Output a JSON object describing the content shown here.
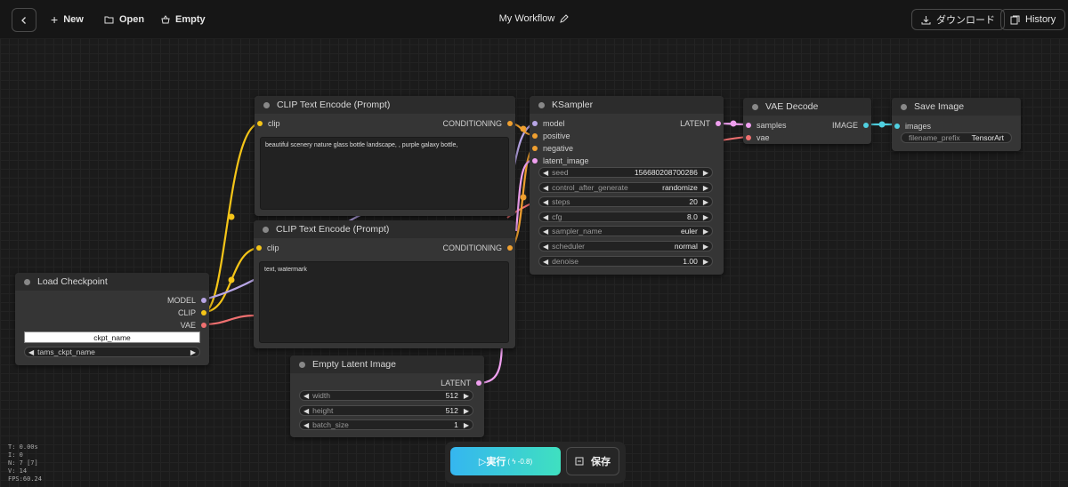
{
  "topbar": {
    "new_label": "New",
    "open_label": "Open",
    "empty_label": "Empty",
    "title": "My Workflow",
    "download_label": "ダウンロード",
    "history_label": "History"
  },
  "nodes": {
    "clip1": {
      "title": "CLIP Text Encode (Prompt)",
      "in_clip": "clip",
      "out_conditioning": "CONDITIONING",
      "text": "beautiful scenery nature glass bottle landscape, , purple galaxy bottle,"
    },
    "clip2": {
      "title": "CLIP Text Encode (Prompt)",
      "in_clip": "clip",
      "out_conditioning": "CONDITIONING",
      "text": "text, watermark"
    },
    "ksampler": {
      "title": "KSampler",
      "in_model": "model",
      "in_positive": "positive",
      "in_negative": "negative",
      "in_latent": "latent_image",
      "out_latent": "LATENT",
      "widgets": [
        {
          "label": "seed",
          "value": "156680208700286"
        },
        {
          "label": "control_after_generate",
          "value": "randomize"
        },
        {
          "label": "steps",
          "value": "20"
        },
        {
          "label": "cfg",
          "value": "8.0"
        },
        {
          "label": "sampler_name",
          "value": "euler"
        },
        {
          "label": "scheduler",
          "value": "normal"
        },
        {
          "label": "denoise",
          "value": "1.00"
        }
      ]
    },
    "vae_decode": {
      "title": "VAE Decode",
      "in_samples": "samples",
      "in_vae": "vae",
      "out_image": "IMAGE"
    },
    "save_image": {
      "title": "Save Image",
      "in_images": "images",
      "prefix_label": "filename_prefix",
      "prefix_value": "TensorArt"
    },
    "checkpoint": {
      "title": "Load Checkpoint",
      "out_model": "MODEL",
      "out_clip": "CLIP",
      "out_vae": "VAE",
      "ckpt_label": "ckpt_name",
      "ckpt_value": "tams_ckpt_name"
    },
    "latent": {
      "title": "Empty Latent Image",
      "out_latent": "LATENT",
      "widgets": [
        {
          "label": "width",
          "value": "512"
        },
        {
          "label": "height",
          "value": "512"
        },
        {
          "label": "batch_size",
          "value": "1"
        }
      ]
    }
  },
  "stats": {
    "t": "T: 0.00s",
    "i": "I: 0",
    "n": "N: 7 [7]",
    "v": "V: 14",
    "fps": "FPS:60.24"
  },
  "runbar": {
    "run_label": "▷実行",
    "run_cost": "( ϟ -0.8)",
    "save_label": "保存"
  },
  "colors": {
    "clip": "#f5c518",
    "model": "#b8a6e6",
    "vae": "#f07070",
    "conditioning": "#f0a030",
    "latent": "#f0a0f0",
    "image": "#50d0e0"
  }
}
